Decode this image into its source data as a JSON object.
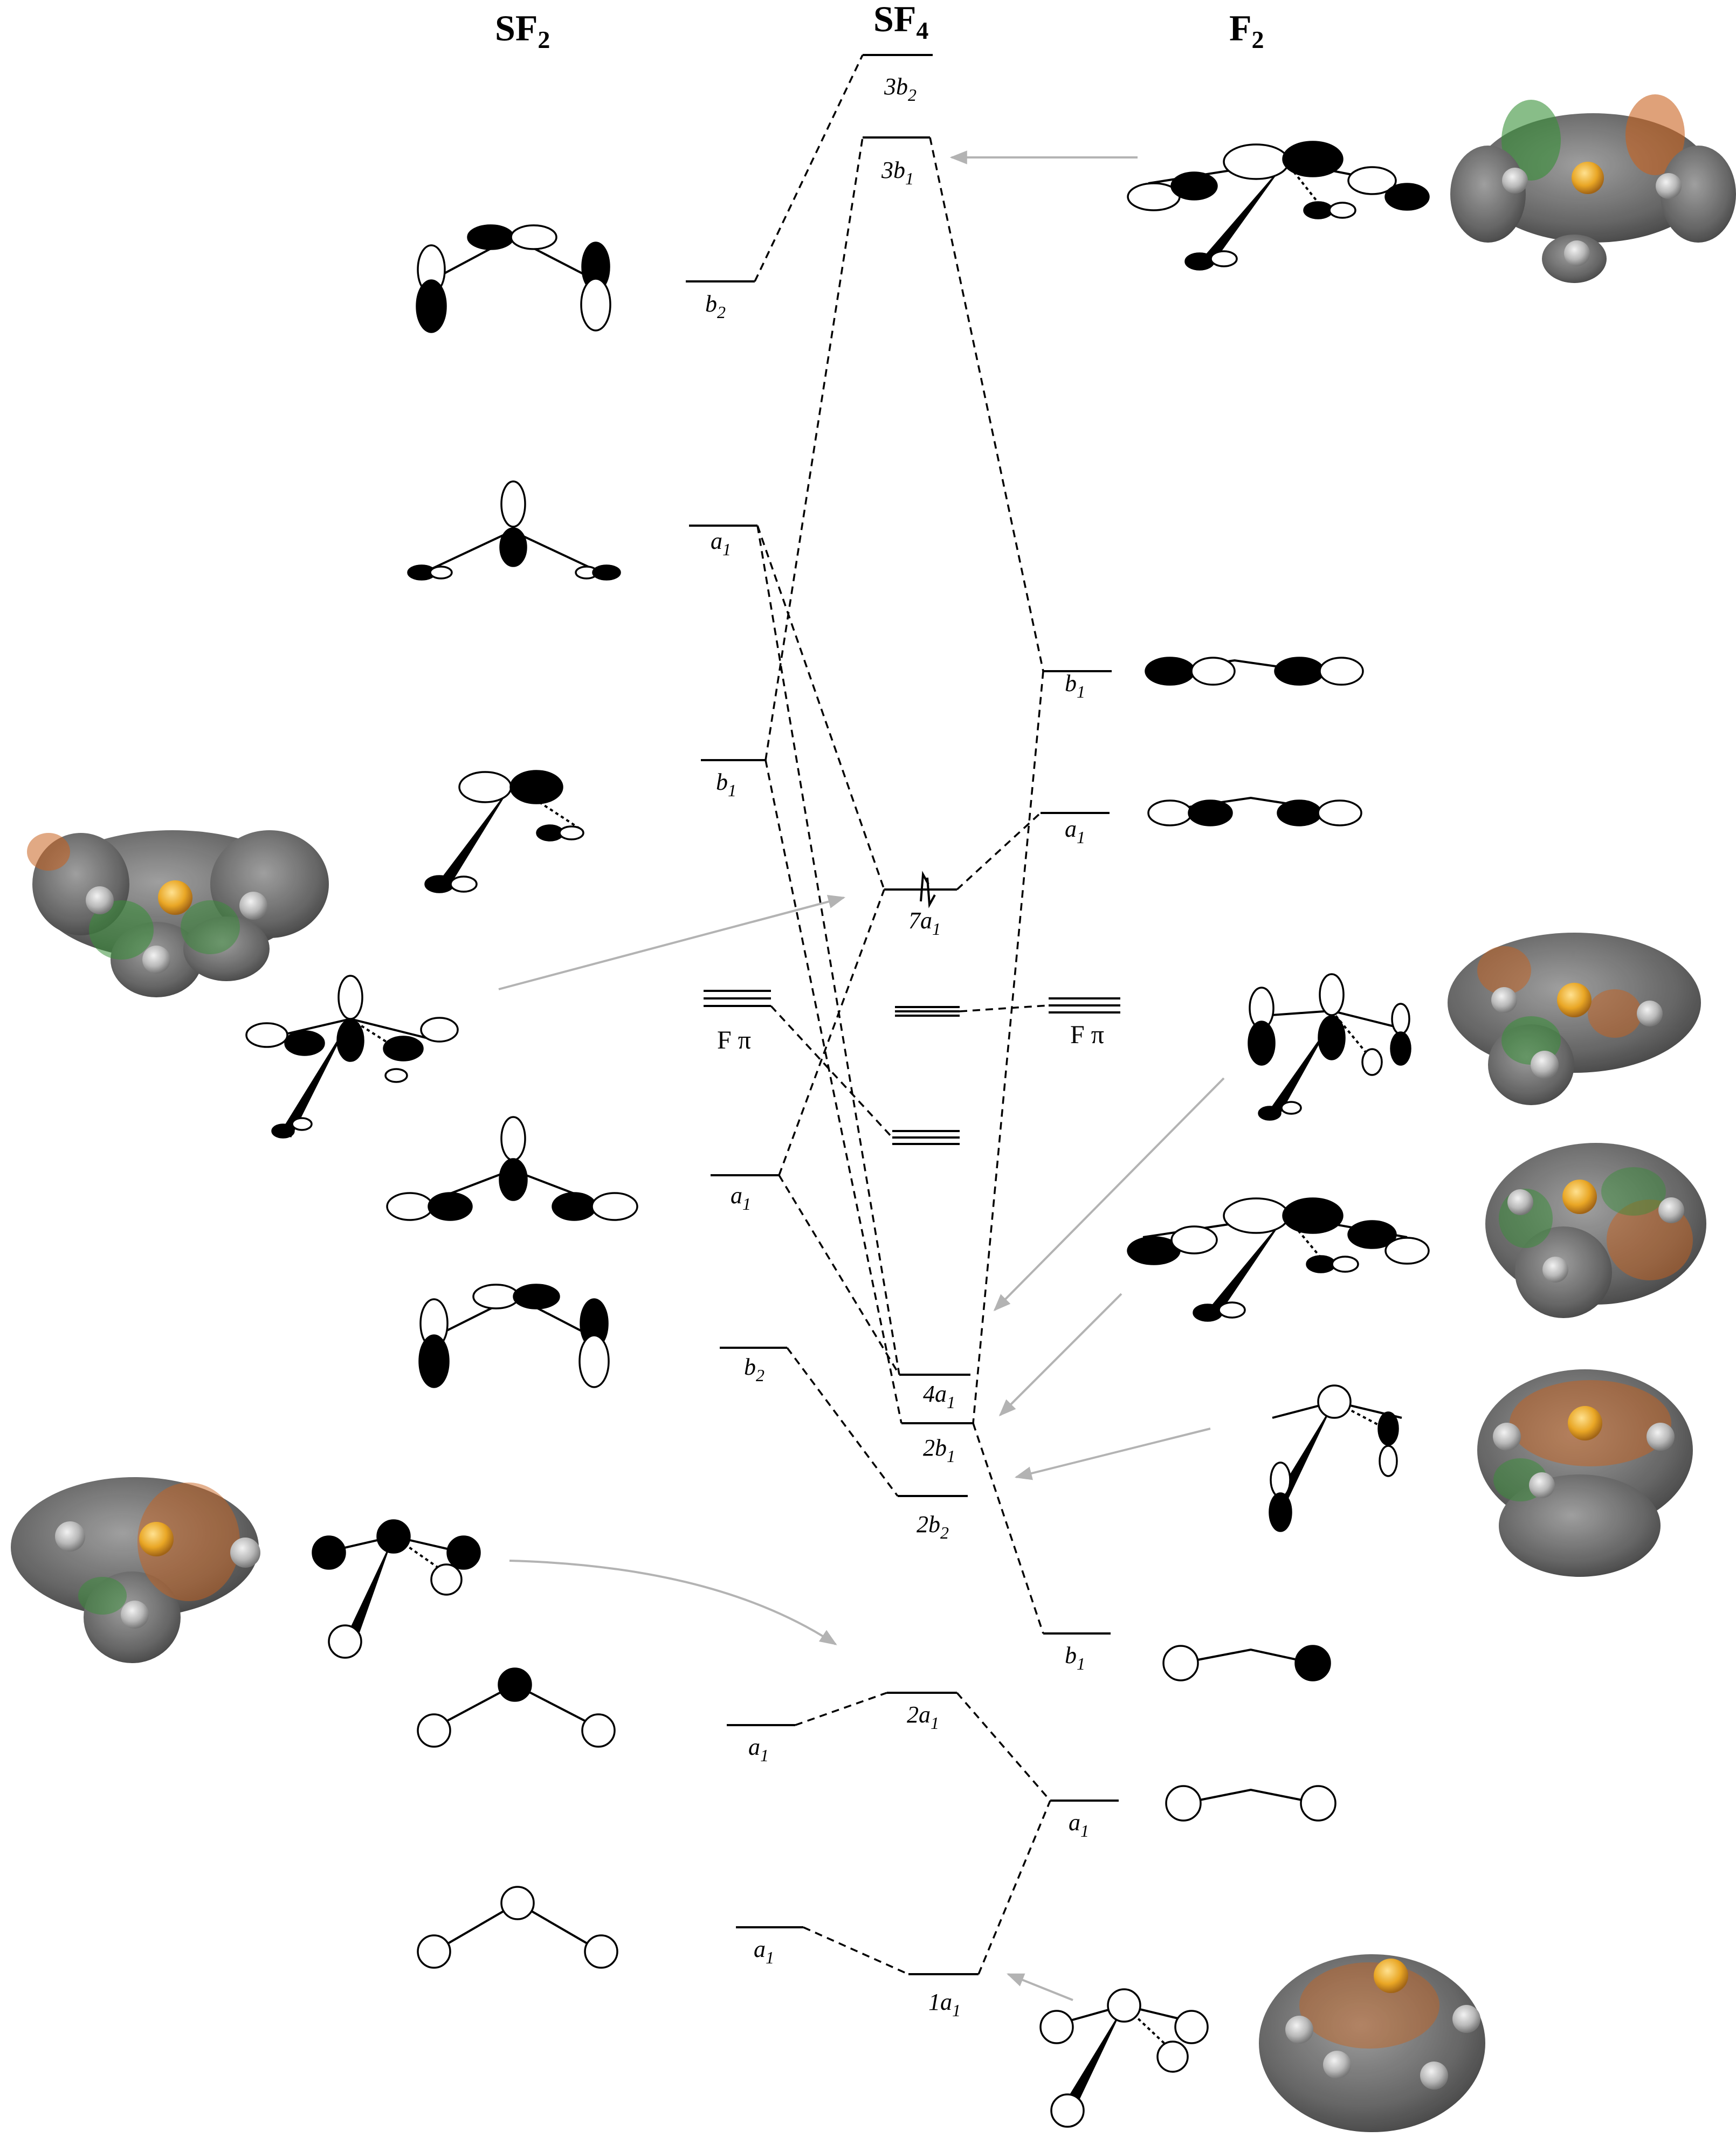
{
  "headers": {
    "left": "SF",
    "left_sub": "2",
    "center": "SF",
    "center_sub": "4",
    "right": "F",
    "right_sub": "2"
  },
  "levels": {
    "sf4_3b2": {
      "label": "3b",
      "sub": "2"
    },
    "sf4_3b1": {
      "label": "3b",
      "sub": "1"
    },
    "sf4_7a1": {
      "label": "7a",
      "sub": "1"
    },
    "sf4_4a1": {
      "label": "4a",
      "sub": "1"
    },
    "sf4_2b1": {
      "label": "2b",
      "sub": "1"
    },
    "sf4_2b2": {
      "label": "2b",
      "sub": "2"
    },
    "sf4_2a1": {
      "label": "2a",
      "sub": "1"
    },
    "sf4_1a1": {
      "label": "1a",
      "sub": "1"
    },
    "sf2_b2_top": {
      "label": "b",
      "sub": "2"
    },
    "sf2_a1_high": {
      "label": "a",
      "sub": "1"
    },
    "sf2_b1": {
      "label": "b",
      "sub": "1"
    },
    "sf2_a1_mid": {
      "label": "a",
      "sub": "1"
    },
    "sf2_b2_low": {
      "label": "b",
      "sub": "2"
    },
    "sf2_a1_low": {
      "label": "a",
      "sub": "1"
    },
    "sf2_a1_bottom": {
      "label": "a",
      "sub": "1"
    },
    "f2_b1_high": {
      "label": "b",
      "sub": "1"
    },
    "f2_a1_high": {
      "label": "a",
      "sub": "1"
    },
    "f2_b1_low": {
      "label": "b",
      "sub": "1"
    },
    "f2_a1_low": {
      "label": "a",
      "sub": "1"
    },
    "sf2_fpi": "F π",
    "f2_fpi": "F π"
  },
  "colors": {
    "lobe_filled": "#000000",
    "lobe_open": "#ffffff",
    "surface_gray": "#6b6b6b",
    "surface_orange": "#c65a12",
    "surface_green": "#2d8a2d",
    "sulfur_yellow": "#e8a21a",
    "fluorine_gray": "#bdbdbd",
    "arrow_gray": "#b3b3b3"
  }
}
